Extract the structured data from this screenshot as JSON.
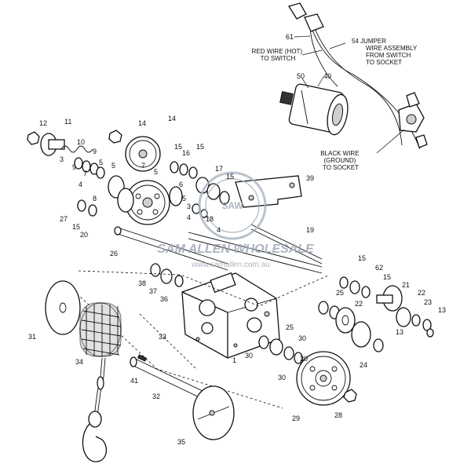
{
  "watermark": {
    "brand": "SAM ALLEN WHOLESALE",
    "url": "www.samallen.com.au",
    "badge": "SAW"
  },
  "notes": {
    "red_wire": [
      "RED WIRE (HOT)",
      "TO SWITCH"
    ],
    "jumper": [
      "54 JUMPER",
      "WIRE ASSEMBLY",
      "FROM SWITCH",
      "TO SOCKET"
    ],
    "black_wire": [
      "BLACK WIRE",
      "(GROUND)",
      "TO SOCKET"
    ]
  },
  "part_numbers": [
    "1",
    "3",
    "4",
    "5",
    "6",
    "7",
    "8",
    "9",
    "10",
    "11",
    "12",
    "13",
    "14",
    "15",
    "16",
    "17",
    "18",
    "19",
    "20",
    "21",
    "22",
    "23",
    "24",
    "25",
    "26",
    "27",
    "28",
    "29",
    "30",
    "31",
    "32",
    "33",
    "34",
    "35",
    "36",
    "37",
    "38",
    "39",
    "40",
    "41",
    "50",
    "61",
    "62"
  ]
}
